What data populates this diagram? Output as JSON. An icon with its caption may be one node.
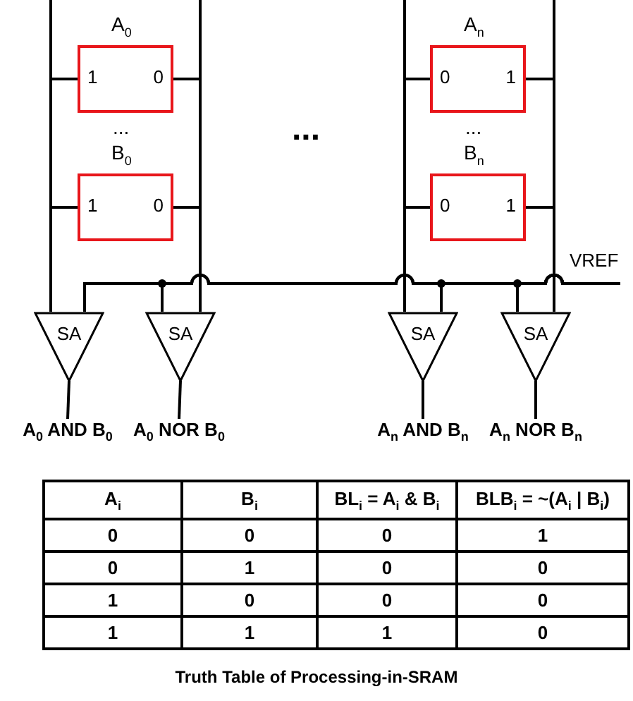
{
  "diagram": {
    "caption": "Truth Table of Processing-in-SRAM",
    "nodes": [
      {
        "text": [
          "1",
          "0"
        ],
        "beside": [
          "A$_{0}$"
        ]
      },
      {
        "text": [
          "0",
          "1"
        ],
        "beside": [
          "A$_{n}$"
        ]
      },
      {
        "text": [
          "1",
          "0"
        ],
        "beside": [
          "B$_{0}$"
        ]
      },
      {
        "text": [
          "0",
          "1"
        ],
        "beside": [
          "B$_{n}$"
        ]
      },
      {
        "text": [
          "SA"
        ]
      },
      {
        "text": [
          "SA"
        ]
      },
      {
        "text": [
          "SA"
        ]
      },
      {
        "text": [
          "SA"
        ]
      },
      {
        "text": [
          "A$_{0}$ AND B$_{0}$"
        ]
      },
      {
        "text": [
          "A$_{0}$ NOR B$_{0}$"
        ]
      },
      {
        "text": [
          "A$_{n}$ AND B$_{n}$"
        ]
      },
      {
        "text": [
          "A$_{n}$ NOR B$_{n}$"
        ]
      }
    ],
    "edges": [
      {
        "from": 4,
        "to": 8,
        "arrow": "none"
      },
      {
        "from": 5,
        "to": 9,
        "arrow": "none"
      },
      {
        "from": 6,
        "to": 10,
        "arrow": "none"
      },
      {
        "from": 7,
        "to": 11,
        "arrow": "none"
      },
      {
        "from": 0,
        "to": 4,
        "arrow": "none"
      },
      {
        "from": 2,
        "to": 4,
        "arrow": "none"
      },
      {
        "from": 0,
        "to": 5,
        "arrow": "none"
      },
      {
        "from": 2,
        "to": 5,
        "arrow": "none"
      },
      {
        "from": 1,
        "to": 6,
        "arrow": "none"
      },
      {
        "from": 3,
        "to": 6,
        "arrow": "none"
      },
      {
        "from": 1,
        "to": 7,
        "arrow": "none"
      },
      {
        "from": 3,
        "to": 7,
        "arrow": "none"
      },
      {
        "from": null,
        "to": 4,
        "arrow": "none"
      },
      {
        "from": null,
        "to": 5,
        "arrow": "none"
      },
      {
        "from": null,
        "to": 6,
        "arrow": "none"
      },
      {
        "from": null,
        "to": 7,
        "arrow": "none"
      }
    ],
    "labels": [
      "...",
      "...",
      "...",
      "VREF",
      "A$_{i}$",
      "B$_{i}$",
      "BL$_{i}$ = A$_{i}$ & B$_{i}$",
      "BLB$_{i}$ = ~(A$_{i}$ | B$_{i}$)",
      "0",
      "0",
      "0",
      "1",
      "0",
      "1",
      "0",
      "0",
      "1",
      "0",
      "0",
      "0",
      "1",
      "1",
      "1",
      "0"
    ]
  }
}
